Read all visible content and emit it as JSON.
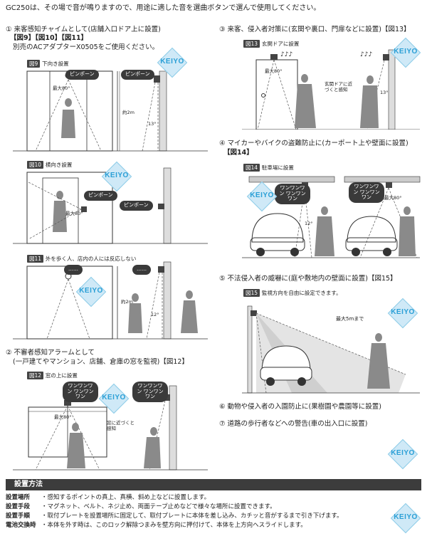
{
  "intro": "GC250は、その場で音が鳴りますので、用途に適した音を選曲ボタンで選んで使用してください。",
  "brand": "KEIYO",
  "left": {
    "s1_title": "① 来客感知チャイムとして(店舗入口ドア上に設置)",
    "s1_figs": "【図9】【図10】【図11】",
    "s1_note": "別売のACアダプターX0505をご使用ください。",
    "fig9": {
      "tag": "図9",
      "caption": "下向き設置",
      "bubble": "ピンポーン",
      "bubble2": "ピンポーン",
      "angle": "最大80°",
      "height": "約2m",
      "tilt": "13°"
    },
    "fig10": {
      "tag": "図10",
      "caption": "横向き設置",
      "bubble": "ピンポーン",
      "bubble2": "ピンポーン",
      "angle": "最大80°"
    },
    "fig11": {
      "tag": "図11",
      "caption": "外を歩く人、店内の人には反応しない",
      "bubble": "……",
      "bubble2": "……",
      "height": "約2m",
      "tilt": "12°"
    },
    "s2_title": "② 不審者感知アラームとして",
    "s2_sub": "(一戸建てやマンション、店舗、倉庫の窓を監視)【図12】",
    "fig12": {
      "tag": "図12",
      "caption": "窓の上に設置",
      "bubble": "ワンワンワン ワンワンワン",
      "bubble2": "ワンワンワン ワンワンワン",
      "angle": "最大80°",
      "label": "窓に近づくと感知"
    }
  },
  "right": {
    "s3_title": "③ 来客、侵入者対策に(玄関や裏口、門扉などに設置)【図13】",
    "fig13": {
      "tag": "図13",
      "caption": "玄関ドアに設置",
      "notes": "♪♪♪",
      "notes2": "♪♪♪",
      "angle": "最大80°",
      "label": "玄関ドアに近づくと感知",
      "tilt": "13°"
    },
    "s4_title": "④ マイカーやバイクの盗難防止に(カーポート上や壁面に設置)",
    "s4_fig": "【図14】",
    "fig14": {
      "tag": "図14",
      "caption": "駐車場に設置",
      "bubble": "ワンワンワン ワンワンワン",
      "bubble2": "ワンワンワン ワンワンワン",
      "angle": "最大80°",
      "tilt": "12°"
    },
    "s5_title": "⑤ 不法侵入者の威嚇に(庭や敷地内の壁面に設置)【図15】",
    "fig15": {
      "tag": "図15",
      "caption": "監視方向を自由に設定できます。",
      "range": "最大5mまで"
    },
    "s6_title": "⑥ 動物や侵入者の入園防止に(果樹園や農園等に設置)",
    "s7_title": "⑦ 道路の歩行者などへの警告(車の出入口に設置)"
  },
  "method": {
    "title": "設置方法",
    "rows": [
      {
        "label": "設置場所",
        "text": "・感知するポイントの真上、真横、斜め上などに設置します。"
      },
      {
        "label": "設置手段",
        "text": "・マグネット、ベルト、ネジ止め、両面テープ止めなどで様々な場所に設置できます。"
      },
      {
        "label": "設置手順",
        "text": "・取付プレートを設置場所に固定して、取付プレートに本体を差し込み、カチッと音がするまで引き下げます。"
      },
      {
        "label": "電池交換時",
        "text": "・本体を外す時は、このロック解除つまみを壁方向に押付けて、本体を上方向へスライドします。"
      }
    ]
  }
}
